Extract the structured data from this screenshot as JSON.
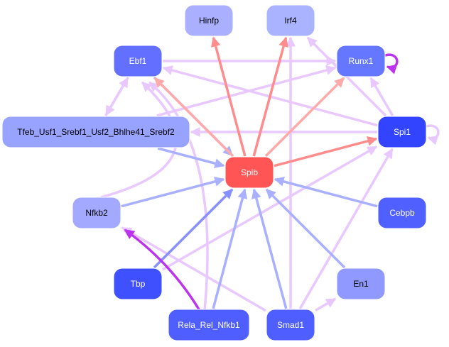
{
  "graph": {
    "title": "Gene regulatory network",
    "nodes": [
      {
        "id": "Hinfp",
        "label": "Hinfp",
        "fill": "#aab0ff",
        "text": "#000000"
      },
      {
        "id": "Irf4",
        "label": "Irf4",
        "fill": "#aab3ff",
        "text": "#000000"
      },
      {
        "id": "Ebf1",
        "label": "Ebf1",
        "fill": "#6370ff",
        "text": "#ffffff"
      },
      {
        "id": "Runx1",
        "label": "Runx1",
        "fill": "#6677ff",
        "text": "#ffffff"
      },
      {
        "id": "Tfeb",
        "label": "Tfeb_Usf1_Srebf1_Usf2_Bhlhe41_Srebf2",
        "fill": "#98a2ff",
        "text": "#000000"
      },
      {
        "id": "Spi1",
        "label": "Spi1",
        "fill": "#3344ff",
        "text": "#ffffff"
      },
      {
        "id": "Spib",
        "label": "Spib",
        "fill": "#ff5555",
        "text": "#ffffff"
      },
      {
        "id": "Nfkb2",
        "label": "Nfkb2",
        "fill": "#a3a9ff",
        "text": "#000000"
      },
      {
        "id": "Cebpb",
        "label": "Cebpb",
        "fill": "#5060ff",
        "text": "#ffffff"
      },
      {
        "id": "Tbp",
        "label": "Tbp",
        "fill": "#3f50ff",
        "text": "#ffffff"
      },
      {
        "id": "En1",
        "label": "En1",
        "fill": "#8f99ff",
        "text": "#000000"
      },
      {
        "id": "Rela",
        "label": "Rela_Rel_Nfkb1",
        "fill": "#4f5eff",
        "text": "#ffffff"
      },
      {
        "id": "Smad1",
        "label": "Smad1",
        "fill": "#4f5eff",
        "text": "#ffffff"
      }
    ],
    "edge_colors": {
      "activation_red": "#ff8c8c",
      "activation_red_light": "#ffaaaa",
      "input_blue": "#a8b0ff",
      "input_blue_dark": "#8890ff",
      "other_lilac": "#e8c8ff",
      "self_purple": "#bb33ee"
    },
    "edges": [
      {
        "from": "Spib",
        "to": "Hinfp",
        "color": "activation_red"
      },
      {
        "from": "Spib",
        "to": "Irf4",
        "color": "activation_red"
      },
      {
        "from": "Spib",
        "to": "Ebf1",
        "color": "activation_red_light"
      },
      {
        "from": "Spib",
        "to": "Runx1",
        "color": "activation_red_light"
      },
      {
        "from": "Spib",
        "to": "Spi1",
        "color": "activation_red"
      },
      {
        "from": "Ebf1",
        "to": "Spib",
        "color": "input_blue"
      },
      {
        "from": "Tfeb",
        "to": "Spib",
        "color": "input_blue"
      },
      {
        "from": "Nfkb2",
        "to": "Spib",
        "color": "input_blue"
      },
      {
        "from": "Tbp",
        "to": "Spib",
        "color": "input_blue_dark"
      },
      {
        "from": "Rela",
        "to": "Spib",
        "color": "input_blue"
      },
      {
        "from": "Smad1",
        "to": "Spib",
        "color": "input_blue"
      },
      {
        "from": "En1",
        "to": "Spib",
        "color": "input_blue"
      },
      {
        "from": "Cebpb",
        "to": "Spib",
        "color": "input_blue"
      },
      {
        "from": "Ebf1",
        "to": "Runx1",
        "color": "other_lilac"
      },
      {
        "from": "Tfeb",
        "to": "Runx1",
        "color": "other_lilac"
      },
      {
        "from": "Spi1",
        "to": "Runx1",
        "color": "other_lilac"
      },
      {
        "from": "Spi1",
        "to": "Irf4",
        "color": "other_lilac"
      },
      {
        "from": "Spi1",
        "to": "Ebf1",
        "color": "other_lilac"
      },
      {
        "from": "Spi1",
        "to": "Tfeb",
        "color": "other_lilac"
      },
      {
        "from": "Ebf1",
        "to": "Tfeb",
        "color": "other_lilac"
      },
      {
        "from": "Tfeb",
        "to": "Ebf1",
        "color": "other_lilac"
      },
      {
        "from": "Nfkb2",
        "to": "Ebf1",
        "color": "other_lilac"
      },
      {
        "from": "Rela",
        "to": "Ebf1",
        "color": "other_lilac"
      },
      {
        "from": "Smad1",
        "to": "Irf4",
        "color": "other_lilac"
      },
      {
        "from": "Smad1",
        "to": "Spi1",
        "color": "other_lilac"
      },
      {
        "from": "Smad1",
        "to": "En1",
        "color": "other_lilac"
      },
      {
        "from": "Smad1",
        "to": "Nfkb2",
        "color": "other_lilac"
      },
      {
        "from": "Tbp",
        "to": "Spi1",
        "color": "other_lilac"
      },
      {
        "from": "Rela",
        "to": "Nfkb2",
        "color": "self_purple"
      },
      {
        "from": "Runx1",
        "to": "Runx1",
        "color": "self_purple"
      },
      {
        "from": "Spi1",
        "to": "Spi1",
        "color": "other_lilac"
      }
    ]
  }
}
